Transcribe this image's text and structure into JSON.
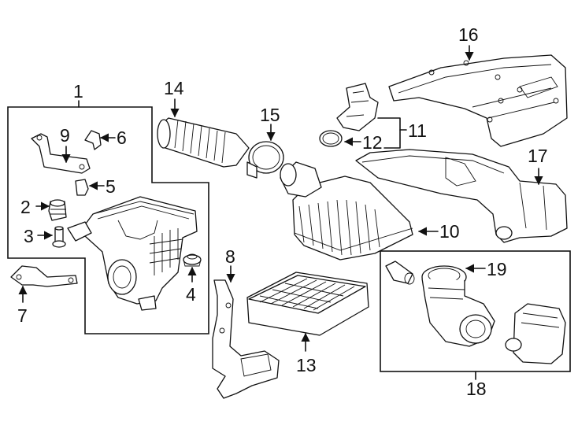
{
  "diagram": {
    "callouts": [
      {
        "id": "c1",
        "text": "1"
      },
      {
        "id": "c2",
        "text": "2"
      },
      {
        "id": "c3",
        "text": "3"
      },
      {
        "id": "c4",
        "text": "4"
      },
      {
        "id": "c5",
        "text": "5"
      },
      {
        "id": "c6",
        "text": "6"
      },
      {
        "id": "c7",
        "text": "7"
      },
      {
        "id": "c8",
        "text": "8"
      },
      {
        "id": "c9",
        "text": "9"
      },
      {
        "id": "c10",
        "text": "10"
      },
      {
        "id": "c11",
        "text": "11"
      },
      {
        "id": "c12",
        "text": "12"
      },
      {
        "id": "c13",
        "text": "13"
      },
      {
        "id": "c14",
        "text": "14"
      },
      {
        "id": "c15",
        "text": "15"
      },
      {
        "id": "c16",
        "text": "16"
      },
      {
        "id": "c17",
        "text": "17"
      },
      {
        "id": "c18",
        "text": "18"
      },
      {
        "id": "c19",
        "text": "19"
      }
    ],
    "colors": {
      "line": "#111111",
      "background": "#ffffff",
      "fill_shade": "#d9d9d9"
    }
  }
}
